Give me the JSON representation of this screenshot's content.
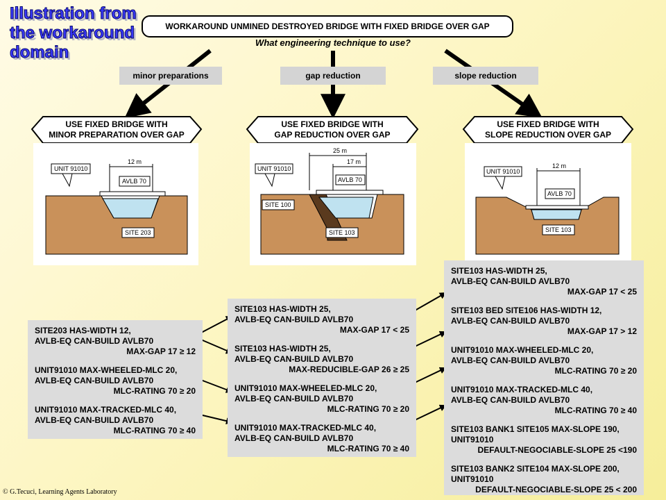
{
  "title": "Illustration from the workaround domain",
  "problem": "WORKAROUND  UNMINED DESTROYED BRIDGE WITH FIXED BRIDGE OVER GAP",
  "question": "What engineering technique to use?",
  "techniques": [
    "minor preparations",
    "gap reduction",
    "slope reduction"
  ],
  "subproblems": [
    {
      "line1": "USE FIXED BRIDGE WITH",
      "line2": "MINOR PREPARATION OVER GAP"
    },
    {
      "line1": "USE FIXED BRIDGE WITH",
      "line2": "GAP REDUCTION OVER GAP"
    },
    {
      "line1": "USE FIXED BRIDGE WITH",
      "line2": "SLOPE REDUCTION OVER GAP"
    }
  ],
  "illustrations": {
    "left": {
      "unit": "UNIT 91010",
      "bridge": "AVLB 70",
      "dim": "12 m",
      "site": "SITE 203"
    },
    "middle": {
      "unit": "UNIT 91010",
      "bridge": "AVLB 70",
      "dim_outer": "25 m",
      "dim_inner": "17 m",
      "site_a": "SITE 100",
      "site_b": "SITE 103"
    },
    "right": {
      "unit": "UNIT 91010",
      "bridge": "AVLB 70",
      "dim": "12 m",
      "site": "SITE 103"
    }
  },
  "facts_left": [
    {
      "l1": "SITE203 HAS-WIDTH  12,",
      "l2": "AVLB-EQ CAN-BUILD  AVLB70",
      "r": "MAX-GAP  17 ≥ 12"
    },
    {
      "l1": "UNIT91010  MAX-WHEELED-MLC  20,",
      "l2": "AVLB-EQ CAN-BUILD  AVLB70",
      "r": "MLC-RATING  70 ≥ 20"
    },
    {
      "l1": "UNIT91010  MAX-TRACKED-MLC  40,",
      "l2": " AVLB-EQ CAN-BUILD  AVLB70",
      "r": "MLC-RATING  70 ≥ 40"
    }
  ],
  "facts_middle": [
    {
      "l1": "SITE103 HAS-WIDTH  25,",
      "l2": "AVLB-EQ CAN-BUILD  AVLB70",
      "r": "MAX-GAP  17 < 25"
    },
    {
      "l1": "SITE103 HAS-WIDTH  25,",
      "l2": "AVLB-EQ CAN-BUILD  AVLB70",
      "r": "MAX-REDUCIBLE-GAP  26 ≥ 25"
    },
    {
      "l1": "UNIT91010  MAX-WHEELED-MLC  20,",
      "l2": "AVLB-EQ CAN-BUILD  AVLB70",
      "r": "MLC-RATING  70 ≥ 20"
    },
    {
      "l1": "UNIT91010  MAX-TRACKED-MLC  40,",
      "l2": "AVLB-EQ CAN-BUILD  AVLB70",
      "r": "MLC-RATING  70 ≥ 40"
    }
  ],
  "facts_right": [
    {
      "l1": "SITE103 HAS-WIDTH  25,",
      "l2": "AVLB-EQ CAN-BUILD  AVLB70",
      "r": "MAX-GAP  17 < 25"
    },
    {
      "l1": "SITE103 BED  SITE106 HAS-WIDTH  12,",
      "l2": " AVLB-EQ CAN-BUILD  AVLB70",
      "r": "MAX-GAP  17 > 12"
    },
    {
      "l1": "UNIT91010  MAX-WHEELED-MLC  20,",
      "l2": " AVLB-EQ CAN-BUILD  AVLB70",
      "r": "MLC-RATING  70 ≥ 20"
    },
    {
      "l1": "UNIT91010  MAX-TRACKED-MLC  40,",
      "l2": "AVLB-EQ CAN-BUILD  AVLB70",
      "r": "MLC-RATING  70  ≥ 40"
    },
    {
      "l1": "SITE103 BANK1  SITE105 MAX-SLOPE 190,",
      "l2": "UNIT91010",
      "r": "DEFAULT-NEGOCIABLE-SLOPE  25 <190"
    },
    {
      "l1": "SITE103 BANK2  SITE104 MAX-SLOPE 200,",
      "l2": "UNIT91010",
      "r": "DEFAULT-NEGOCIABLE-SLOPE  25 < 200"
    }
  ],
  "footer": "© G.Tecuci, Learning Agents Laboratory"
}
